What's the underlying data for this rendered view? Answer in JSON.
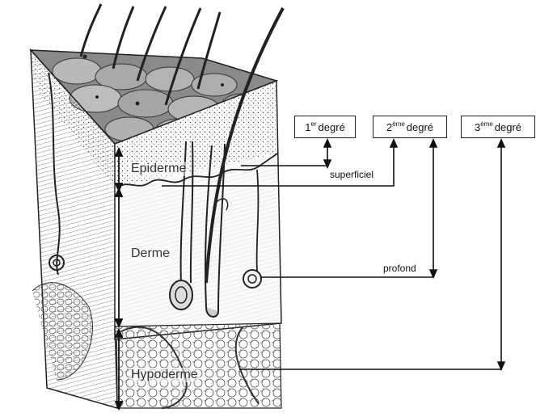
{
  "degrees": [
    {
      "num": "1",
      "sup": "er",
      "word": "degré"
    },
    {
      "num": "2",
      "sup": "ème",
      "word": "degré"
    },
    {
      "num": "3",
      "sup": "ème",
      "word": "degré"
    }
  ],
  "depth_labels": {
    "superficial": "superficiel",
    "deep": "profond"
  },
  "layers": {
    "epidermis": "Epiderme",
    "dermis": "Derme",
    "hypodermis": "Hypoderme"
  }
}
